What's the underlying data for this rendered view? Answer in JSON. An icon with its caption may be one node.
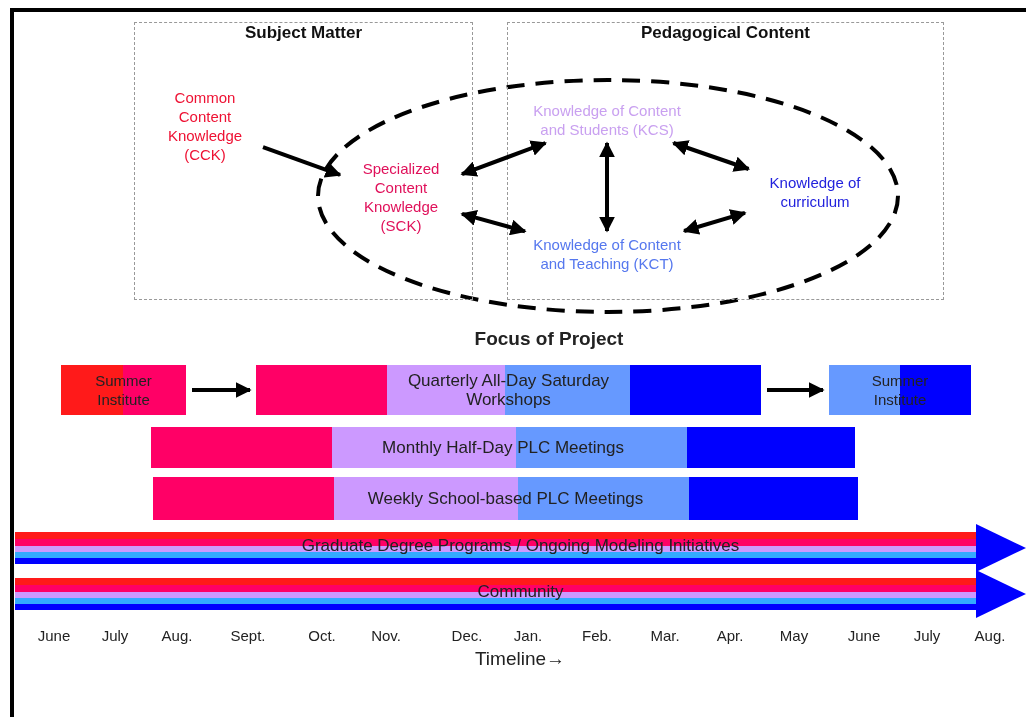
{
  "diagram": {
    "nodes": [
      {
        "text": [
          "Subject Matter"
        ]
      },
      {
        "text": [
          "Pedagogical Content"
        ]
      },
      {
        "text": [
          "Common Content Knowledge (CCK)"
        ],
        "in": 0
      },
      {
        "text": [
          "Specialized Content Knowledge (SCK)"
        ],
        "in": 0
      },
      {
        "text": [
          "Knowledge of Content and Students (KCS)"
        ],
        "in": 1
      },
      {
        "text": [
          "Knowledge of curriculum"
        ],
        "in": 1
      },
      {
        "text": [
          "Knowledge of Content and Teaching (KCT)"
        ],
        "in": 1
      },
      {
        "text": [
          "Summer Institute"
        ]
      },
      {
        "text": [
          "Quarterly All-Day Saturday Workshops"
        ]
      },
      {
        "text": [
          "Summer Institute"
        ]
      },
      {
        "text": [
          "Monthly Half-Day PLC Meetings"
        ]
      },
      {
        "text": [
          "Weekly School-based PLC Meetings"
        ]
      },
      {
        "text": [
          "Graduate Degree Programs / Ongoing Modeling Initiatives"
        ]
      },
      {
        "text": [
          "Community"
        ]
      }
    ],
    "edges": [
      {
        "from": 2,
        "to": 3,
        "arrow": "to"
      },
      {
        "from": 3,
        "to": 4,
        "arrow": "both"
      },
      {
        "from": 4,
        "to": 5,
        "arrow": "both"
      },
      {
        "from": 4,
        "to": 6,
        "arrow": "both"
      },
      {
        "from": 3,
        "to": 6,
        "arrow": "both"
      },
      {
        "from": 6,
        "to": 5,
        "arrow": "both"
      },
      {
        "from": 7,
        "to": 8,
        "arrow": "to"
      },
      {
        "from": 8,
        "to": 9,
        "arrow": "to"
      }
    ],
    "labels": [
      "Focus of Project",
      "June",
      "July",
      "Aug.",
      "Sept.",
      "Oct.",
      "Nov.",
      "Dec.",
      "Jan.",
      "Feb.",
      "Mar.",
      "Apr.",
      "May",
      "June",
      "July",
      "Aug.",
      "Timeline→"
    ]
  }
}
